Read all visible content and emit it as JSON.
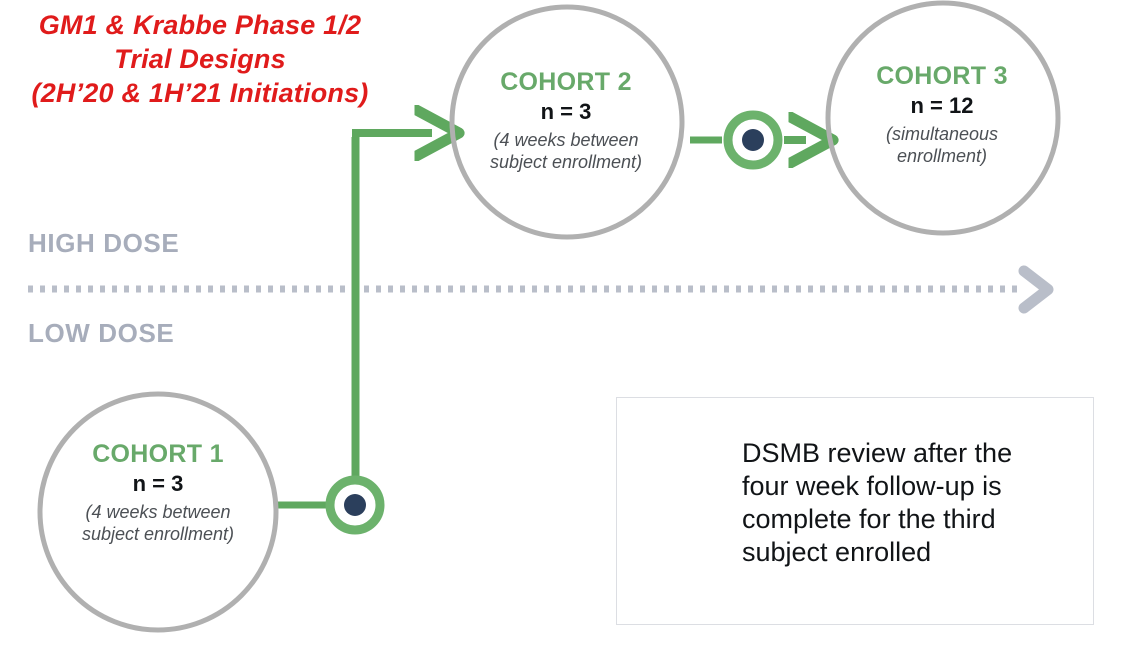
{
  "title": {
    "lines": [
      "GM1 & Krabbe Phase 1/2",
      "Trial Designs",
      "(2H’20 & 1H’21 Initiations)"
    ],
    "color": "#e01b1b"
  },
  "dose_bands": {
    "high_label": "HIGH DOSE",
    "low_label": "LOW DOSE",
    "divider_style": "dotted",
    "divider_color": "#b9bec9",
    "label_color": "#a7adbb"
  },
  "cohorts": [
    {
      "id": "cohort-1",
      "name": "COHORT 1",
      "n": "n = 3",
      "note": "(4 weeks between subject enrollment)",
      "note_lines": [
        "(4 weeks between",
        "subject enrollment)"
      ],
      "dose_band": "LOW DOSE"
    },
    {
      "id": "cohort-2",
      "name": "COHORT 2",
      "n": "n = 3",
      "note": "(4 weeks between subject enrollment)",
      "note_lines": [
        "(4 weeks between",
        "subject enrollment)"
      ],
      "dose_band": "HIGH DOSE"
    },
    {
      "id": "cohort-3",
      "name": "COHORT 3",
      "n": "n = 12",
      "note": "(simultaneous enrollment)",
      "note_lines": [
        "(simultaneous",
        "enrollment)"
      ],
      "dose_band": "HIGH DOSE"
    }
  ],
  "legend": {
    "marker": "dsmb-review-node",
    "text": "DSMB review after the four week follow-up is complete for the third subject enrolled",
    "text_lines": [
      "DSMB review after the",
      "four week follow-up is",
      "complete for the third",
      "subject enrolled"
    ]
  },
  "nodes": {
    "dsmb_after_cohort1": "dsmb-review-node",
    "dsmb_after_cohort2": "dsmb-review-node"
  },
  "colors": {
    "green_accent": "#5fa85f",
    "green_text": "#68a96a",
    "circle_outline": "#b0b0b0",
    "navy_dot": "#2b3f5c",
    "muted_gray": "#a7adbb",
    "title_red": "#e01b1b",
    "legend_border": "#dcdee3"
  }
}
